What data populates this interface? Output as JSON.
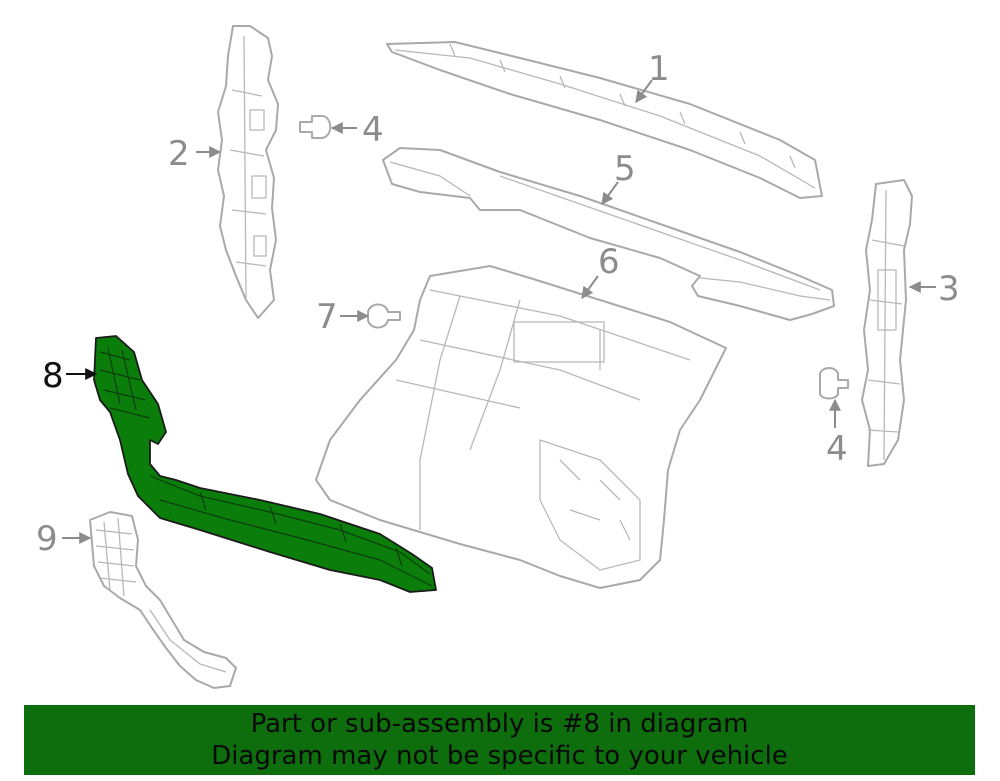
{
  "diagram": {
    "highlighted_part": "8",
    "highlight_color": "#0b7d0b",
    "callouts": {
      "c1": "1",
      "c2": "2",
      "c3": "3",
      "c4a": "4",
      "c4b": "4",
      "c5": "5",
      "c6": "6",
      "c7": "7",
      "c8": "8",
      "c9": "9"
    }
  },
  "banner": {
    "line1": "Part or sub-assembly is #8 in diagram",
    "line2": "Diagram may not be specific to your vehicle",
    "background": "#0e6e0e"
  }
}
